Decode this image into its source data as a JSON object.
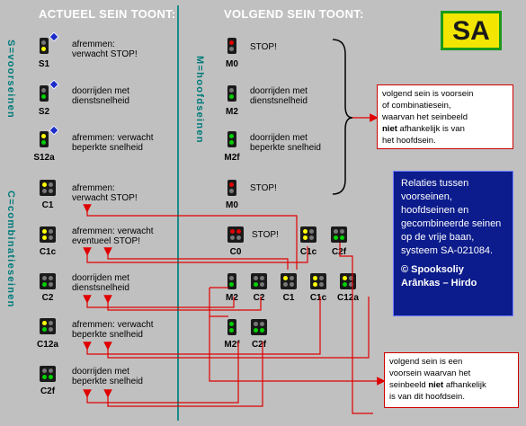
{
  "headers": {
    "left": "ACTUEEL SEIN TOONT:",
    "right": "VOLGEND SEIN TOONT:"
  },
  "badge": "SA",
  "side_labels": {
    "s": "S=voorseinen",
    "c": "C=combinatieseinen",
    "m": "M=hoofdseinen"
  },
  "colors": {
    "red": "#e00000",
    "yellow": "#ffff00",
    "green": "#00d000",
    "off": "#777777",
    "accent": "#d00000",
    "teal": "#007a7a",
    "navy": "#0c1c8c"
  },
  "actual": [
    {
      "code": "S1",
      "text": "afremmen:\nverwacht  STOP!",
      "lamps": [
        "yellow"
      ]
    },
    {
      "code": "S2",
      "text": "doorrijden met\ndienstsnelheid",
      "lamps": [
        "green"
      ]
    },
    {
      "code": "S12a",
      "text": "afremmen: verwacht\nbeperkte snelheid",
      "lamps": [
        "yellow",
        "green"
      ]
    },
    {
      "code": "C1",
      "text": "afremmen:\nverwacht STOP!",
      "lamps": [
        "yellow"
      ]
    },
    {
      "code": "C1c",
      "text": "afremmen: verwacht\neventueel STOP!",
      "lamps": [
        "yellow",
        "yellow"
      ]
    },
    {
      "code": "C2",
      "text": "doorrijden met\ndienstsnelheid",
      "lamps": [
        "green"
      ]
    },
    {
      "code": "C12a",
      "text": "afremmen: verwacht\nbeperkte snelheid",
      "lamps": [
        "yellow",
        "green"
      ]
    },
    {
      "code": "C2f",
      "text": "doorrijden met\nbeperkte snelheid",
      "lamps": [
        "green",
        "green"
      ]
    }
  ],
  "next_main": [
    {
      "code": "M0",
      "text": "STOP!"
    },
    {
      "code": "M2",
      "text": "doorrijden met\ndienstsnelheid"
    },
    {
      "code": "M2f",
      "text": "doorrijden met\nbeperkte snelheid"
    },
    {
      "code": "M0",
      "text": "STOP!"
    },
    {
      "code": "C0",
      "text": "STOP!"
    }
  ],
  "next_small": [
    "C1c",
    "C2f",
    "M2",
    "C2",
    "C1",
    "C1c",
    "C12a",
    "M2f",
    "C2f"
  ],
  "note_top": [
    "volgend sein is voorsein",
    "of combinatiesein,",
    "waarvan het seinbeeld",
    "niet",
    "afhankelijk is van",
    "het hoofdsein."
  ],
  "note_bottom": [
    "volgend sein is een",
    "voorsein waarvan het",
    "seinbeeld",
    "niet",
    "afhankelijk",
    "is van dit hoofdsein."
  ],
  "info": {
    "text": "Relaties tussen voorseinen, hoofdseinen en gecombineerde seinen op de vrije baan, systeem SA-021084.",
    "credit1": "© Spooksoliy",
    "credit2": "Arânkas  –  Hirdo"
  }
}
